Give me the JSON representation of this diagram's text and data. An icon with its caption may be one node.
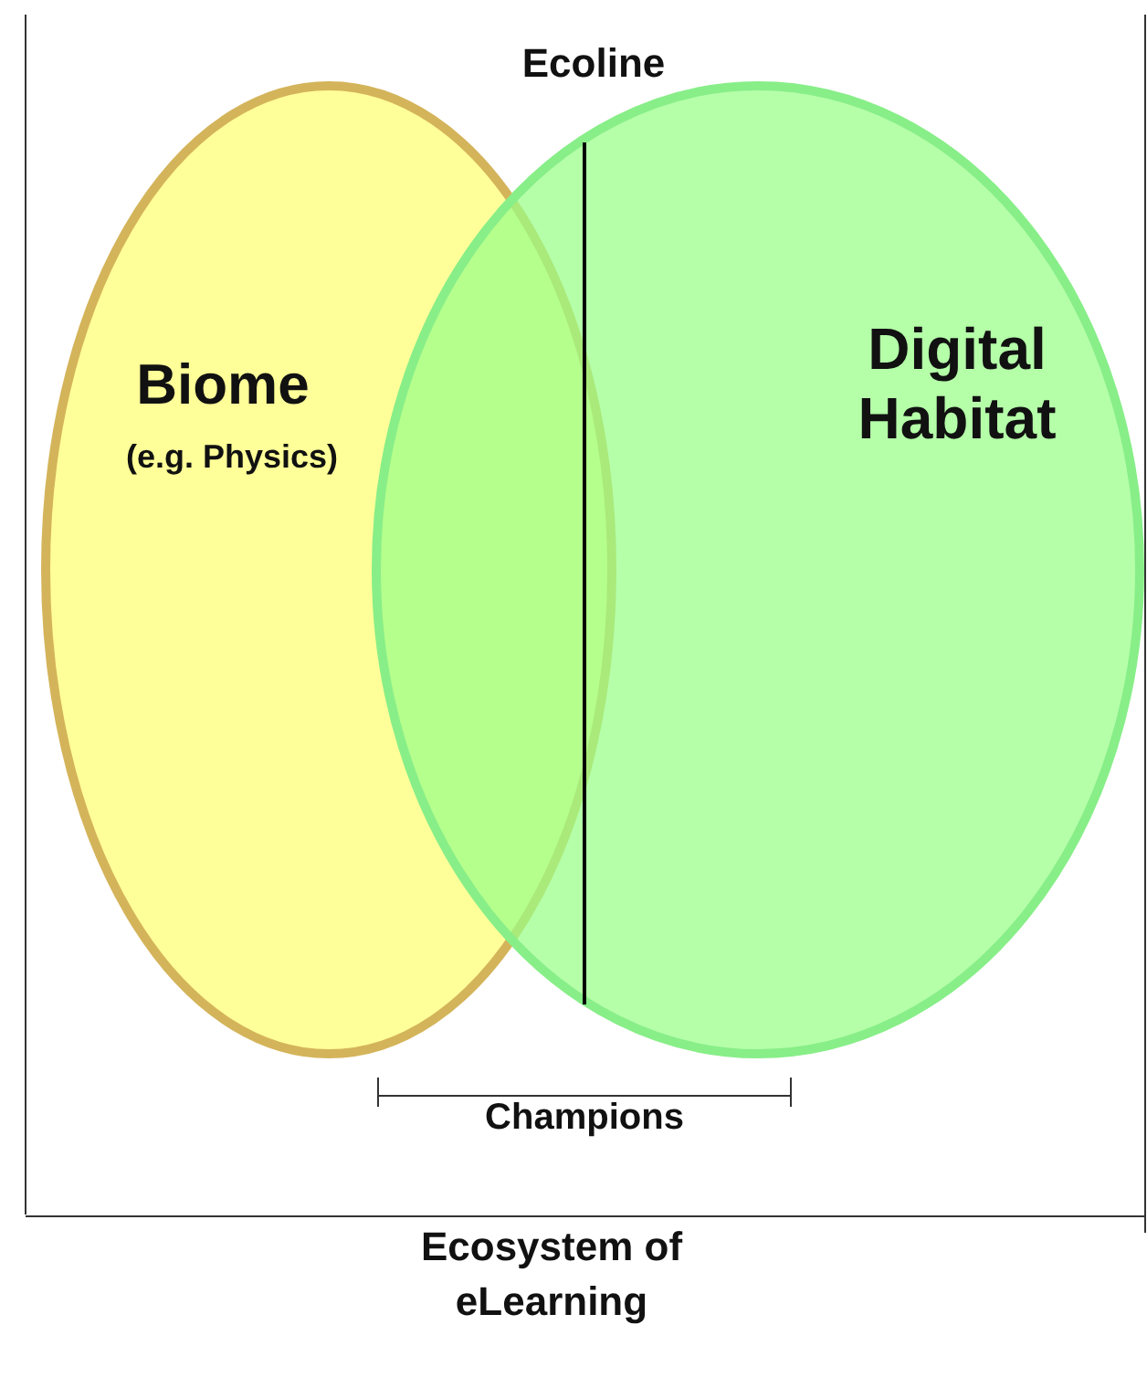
{
  "diagram": {
    "nodes": [
      {
        "text": [
          "Biome",
          "(e.g. Physics)"
        ]
      },
      {
        "text": [
          "Digital Habitat"
        ]
      }
    ],
    "labels": [
      "Ecoline",
      "Champions",
      "Ecosystem of eLearning"
    ]
  }
}
